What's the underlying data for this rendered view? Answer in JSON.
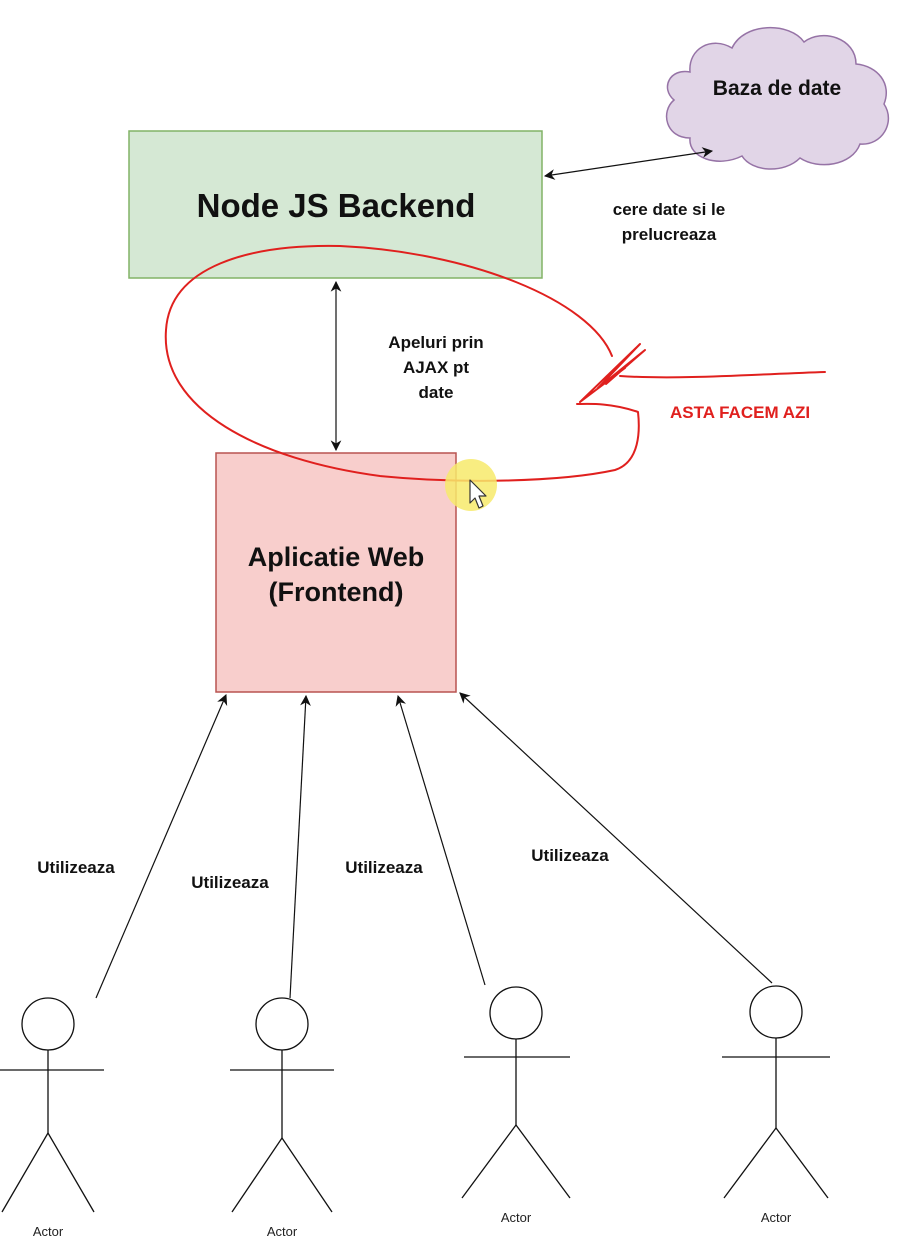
{
  "nodes": {
    "backend": {
      "label": "Node JS Backend",
      "fill": "#d5e8d4",
      "stroke": "#82b366"
    },
    "frontend": {
      "label_line1": "Aplicatie Web",
      "label_line2": "(Frontend)",
      "fill": "#f8cecc",
      "stroke": "#b85450"
    },
    "database": {
      "label": "Baza de date",
      "shape": "cloud",
      "fill": "#e1d5e7",
      "stroke": "#9673a6"
    }
  },
  "edges": {
    "backend_db": {
      "label_line1": "cere date si le",
      "label_line2": "prelucreaza"
    },
    "frontend_backend": {
      "label_line1": "Apeluri prin",
      "label_line2": "AJAX pt",
      "label_line3": "date"
    },
    "uses": [
      "Utilizeaza",
      "Utilizeaza",
      "Utilizeaza",
      "Utilizeaza"
    ]
  },
  "actors": [
    "Actor",
    "Actor",
    "Actor",
    "Actor"
  ],
  "annotation": {
    "text": "ASTA FACEM AZI",
    "color": "#e0201e"
  },
  "cursor": {
    "icon": "mouse-pointer-icon",
    "highlight_color": "#f7ea6b"
  }
}
